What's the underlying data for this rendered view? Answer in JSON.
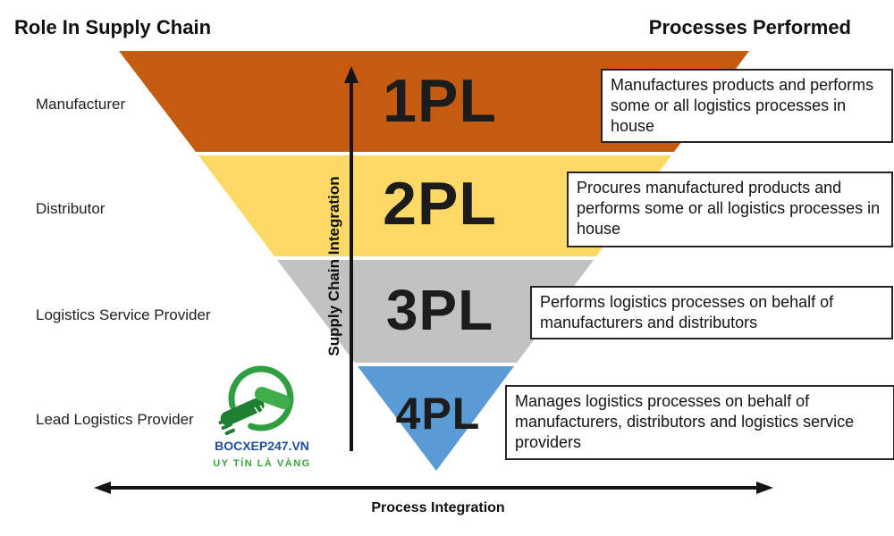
{
  "header": {
    "left": "Role In Supply Chain",
    "right": "Processes Performed"
  },
  "pyramid": {
    "levels": [
      {
        "label": "1PL",
        "role": "Manufacturer",
        "description": "Manufactures products and performs some or all logistics processes in house",
        "color": "#C55A11"
      },
      {
        "label": "2PL",
        "role": "Distributor",
        "description": "Procures manufactured products and performs some or all logistics processes in house",
        "color": "#FFD966"
      },
      {
        "label": "3PL",
        "role": "Logistics Service Provider",
        "description": "Performs logistics processes on behalf of manufacturers and distributors",
        "color": "#C2C2C2"
      },
      {
        "label": "4PL",
        "role": "Lead Logistics Provider",
        "description": "Manages logistics processes on behalf of manufacturers, distributors and logistics service providers",
        "color": "#5B9BD5"
      }
    ]
  },
  "axes": {
    "vertical": "Supply Chain Integration",
    "horizontal": "Process Integration"
  },
  "logo": {
    "brand": "BOCXEP247.VN",
    "tagline": "UY TÍN LÀ VÀNG",
    "brand_color": "#1F4E9C",
    "tagline_color": "#3AA43C",
    "circle_color": "#2E9E41",
    "hand_dark_color": "#1E7F33",
    "hand_light_color": "#3FAE4A"
  },
  "colors": {
    "text": "#1A1A1A",
    "arrow": "#141414",
    "box_border": "#262626",
    "box_background": "#FFFFFF"
  }
}
